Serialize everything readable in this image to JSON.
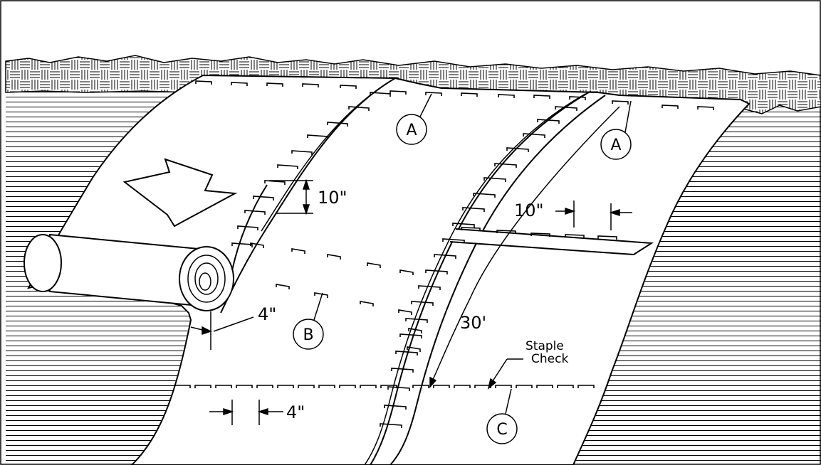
{
  "labels": {
    "callout_a1": "A",
    "callout_a2": "A",
    "callout_b": "B",
    "callout_c": "C",
    "dim_10_vertical": "10\"",
    "dim_10_horizontal": "10\"",
    "dim_4_edge": "4\"",
    "dim_4_spacing": "4\"",
    "dim_30": "30'",
    "staple_check_line1": "Staple",
    "staple_check_line2": "Check"
  },
  "colors": {
    "ink": "#000000",
    "paper": "#ffffff"
  }
}
